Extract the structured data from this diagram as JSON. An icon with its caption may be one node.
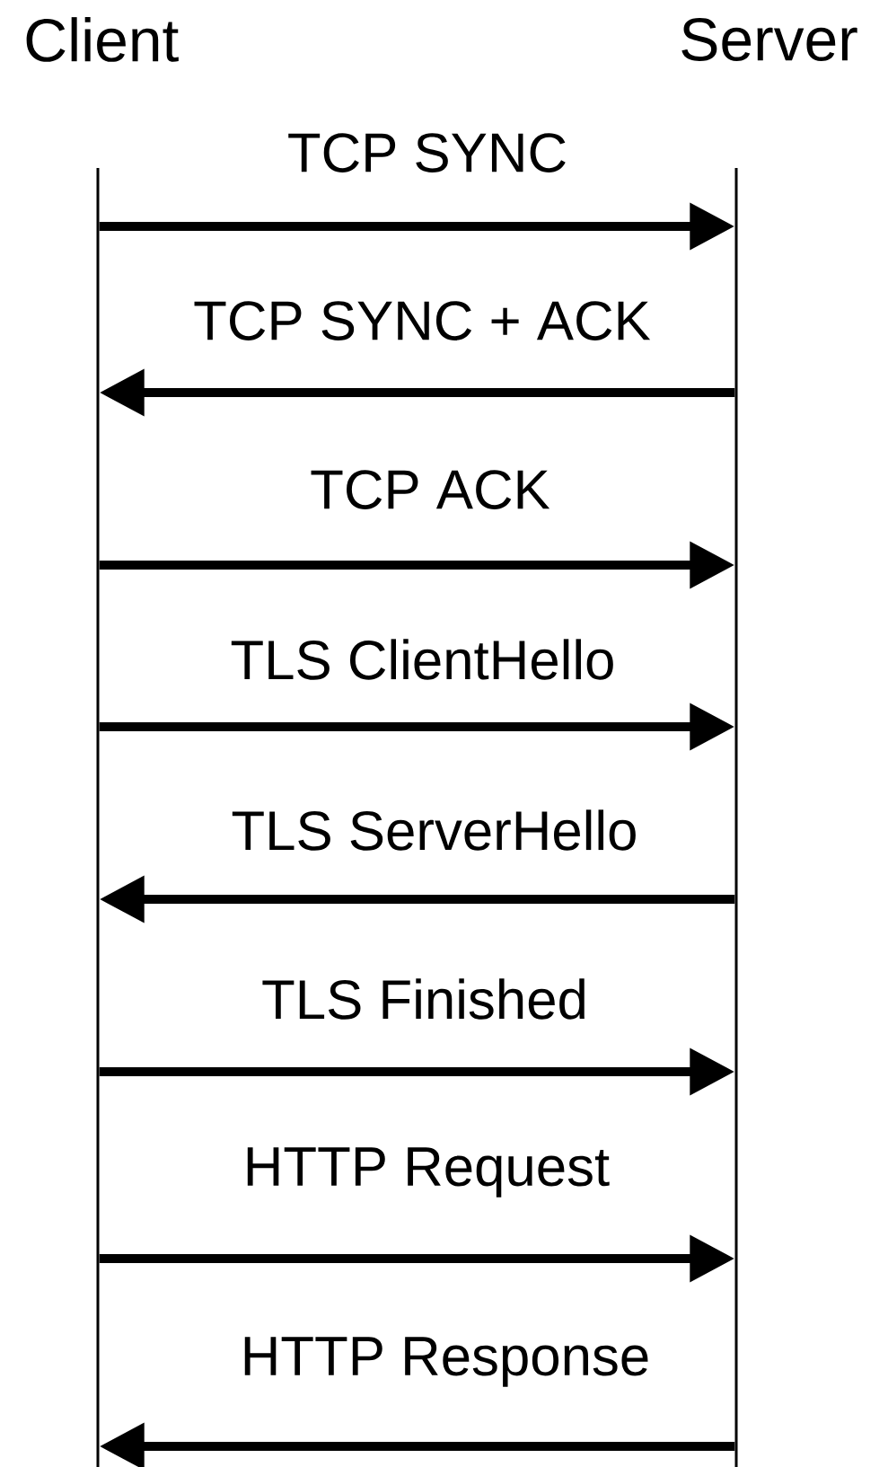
{
  "diagram": {
    "nodes": [
      {
        "text": [
          "Client"
        ]
      },
      {
        "text": [
          "Server"
        ]
      }
    ],
    "edges": [
      {
        "from": 0,
        "to": 1,
        "arrow": "to",
        "label": "TCP SYNC"
      },
      {
        "from": 1,
        "to": 0,
        "arrow": "to",
        "label": "TCP SYNC + ACK"
      },
      {
        "from": 0,
        "to": 1,
        "arrow": "to",
        "label": "TCP ACK"
      },
      {
        "from": 0,
        "to": 1,
        "arrow": "to",
        "label": "TLS ClientHello"
      },
      {
        "from": 1,
        "to": 0,
        "arrow": "to",
        "label": "TLS ServerHello"
      },
      {
        "from": 0,
        "to": 1,
        "arrow": "to",
        "label": "TLS Finished"
      },
      {
        "from": 0,
        "to": 1,
        "arrow": "to",
        "label": "HTTP Request"
      },
      {
        "from": 1,
        "to": 0,
        "arrow": "to",
        "label": "HTTP Response"
      }
    ]
  }
}
